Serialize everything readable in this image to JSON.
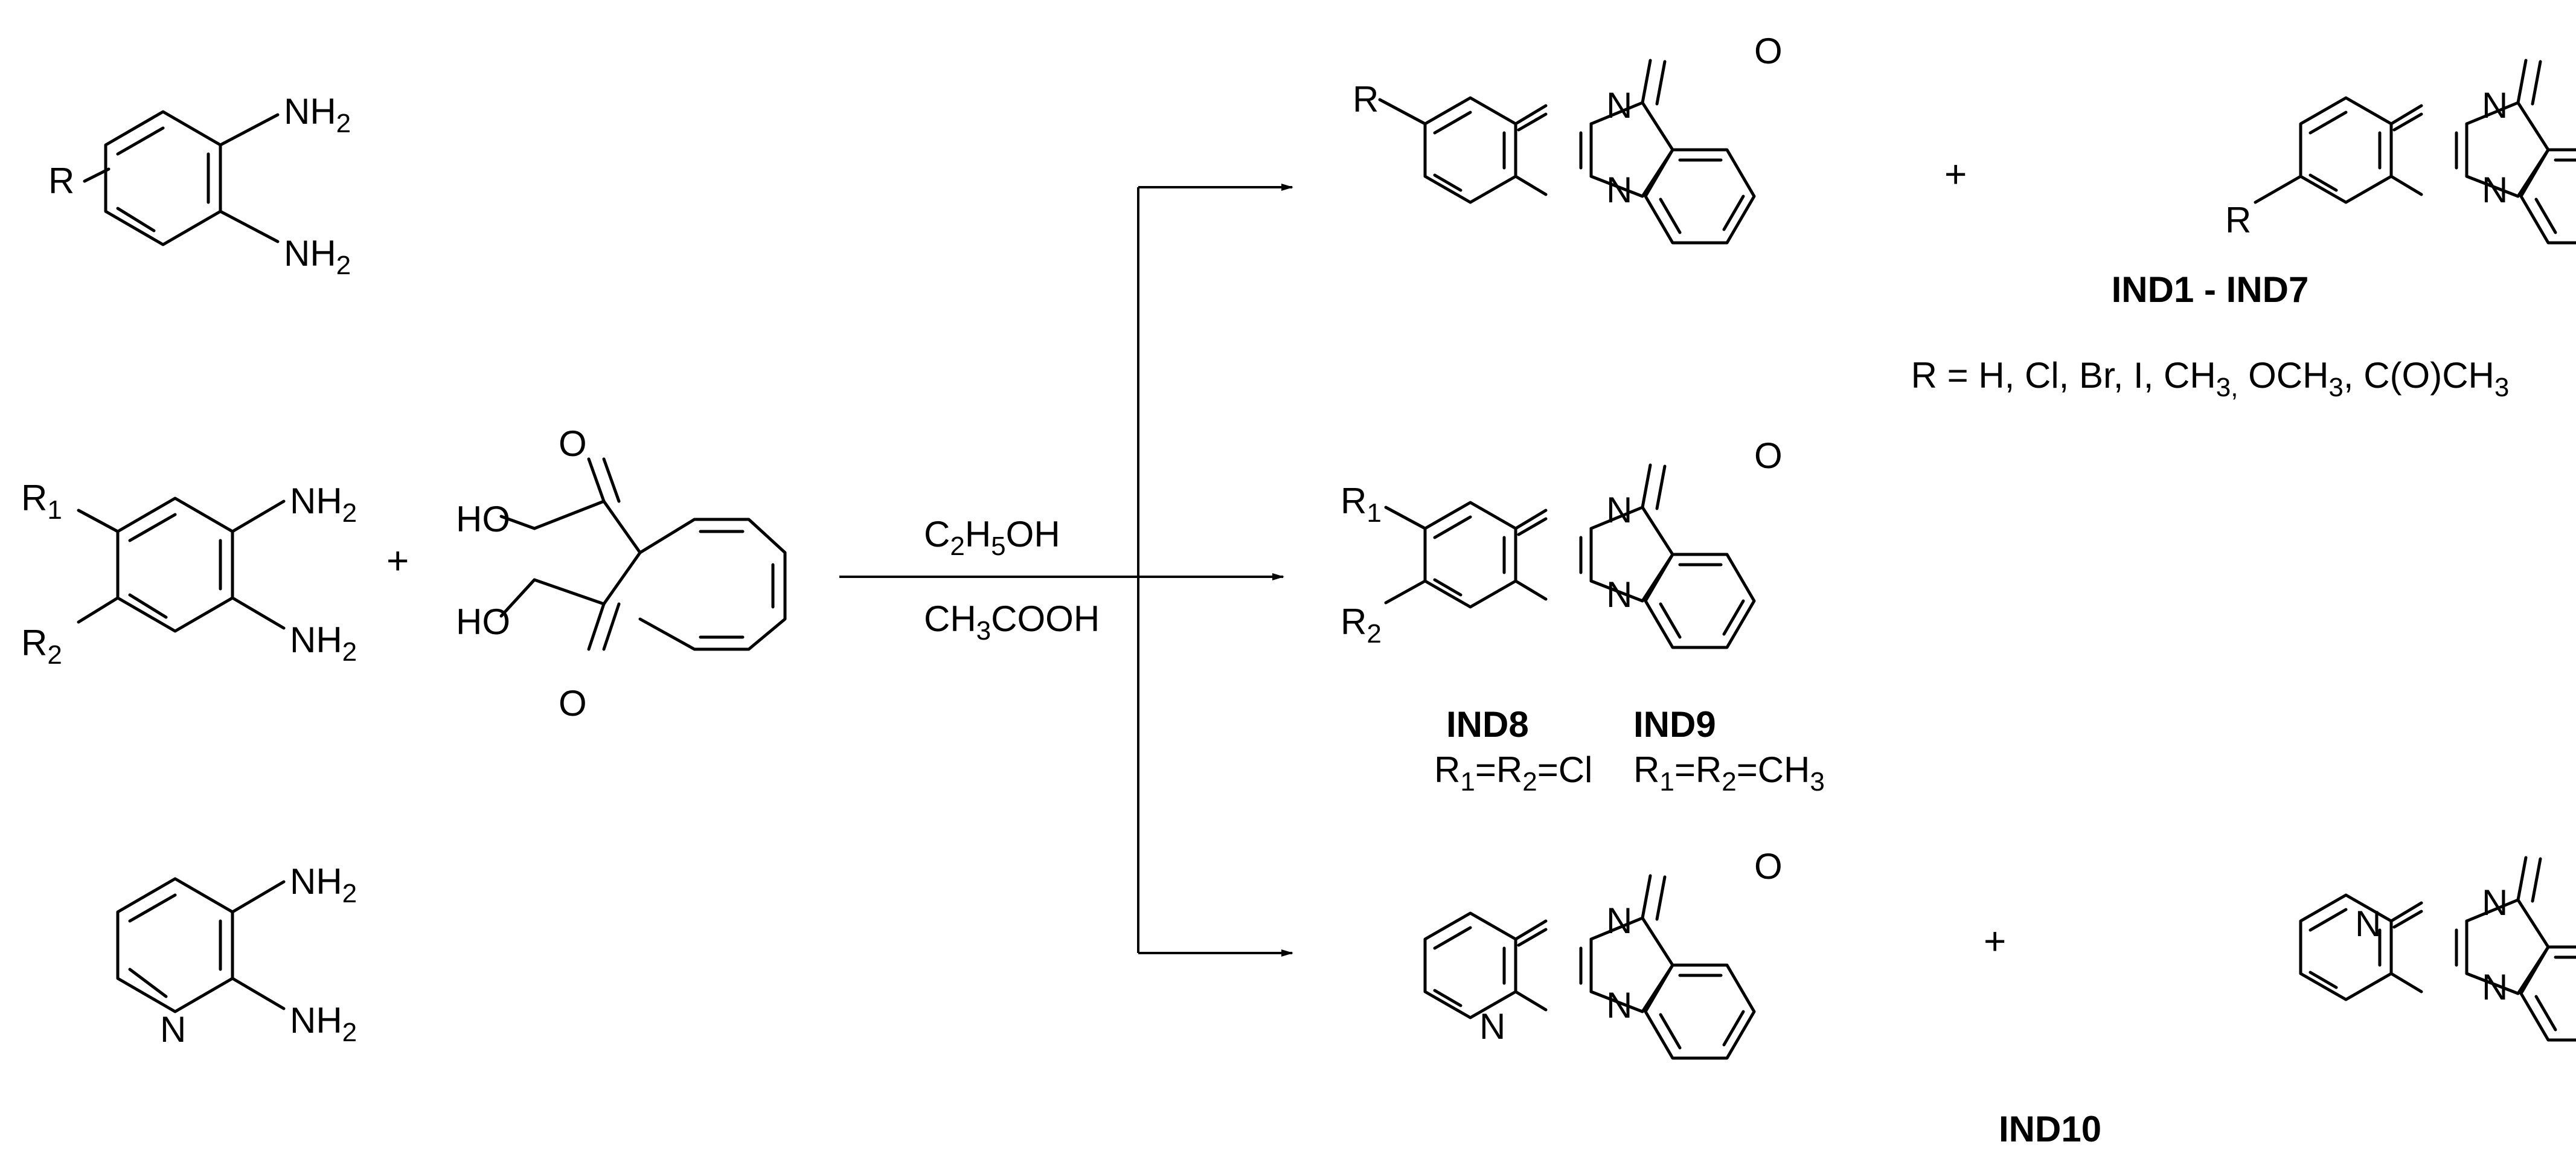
{
  "reactants": {
    "phenylenediamine": {
      "r": "R",
      "nh2_top": "NH2",
      "nh2_bottom": "NH2"
    },
    "dimethyl_diamine": {
      "r1": "R1",
      "r2": "R2",
      "nh2_top": "NH2",
      "nh2_bottom": "NH2"
    },
    "pyridine_diamine": {
      "n": "N",
      "nh2_top": "NH2",
      "nh2_bottom": "NH2"
    },
    "plus": "+",
    "ninhydrin": {
      "o_top": "O",
      "o_bottom": "O",
      "ho_top": "HO",
      "ho_bottom": "HO"
    }
  },
  "conditions": {
    "solvent": "C2H5OH",
    "acid": "CH3COOH"
  },
  "products": {
    "ind1_7": {
      "label": "IND1 - IND7",
      "r_values": "R = H, Cl, Br, I, CH3, OCH3, C(O)CH3",
      "plus": "+"
    },
    "ind8": {
      "label": "IND8",
      "sub": "R1=R2=Cl"
    },
    "ind9": {
      "label": "IND9",
      "sub": "R1=R2=CH3"
    },
    "ind10": {
      "label": "IND10",
      "plus": "+"
    }
  },
  "atoms": {
    "N": "N",
    "O": "O",
    "R": "R",
    "R1": "R1",
    "R2": "R2"
  }
}
